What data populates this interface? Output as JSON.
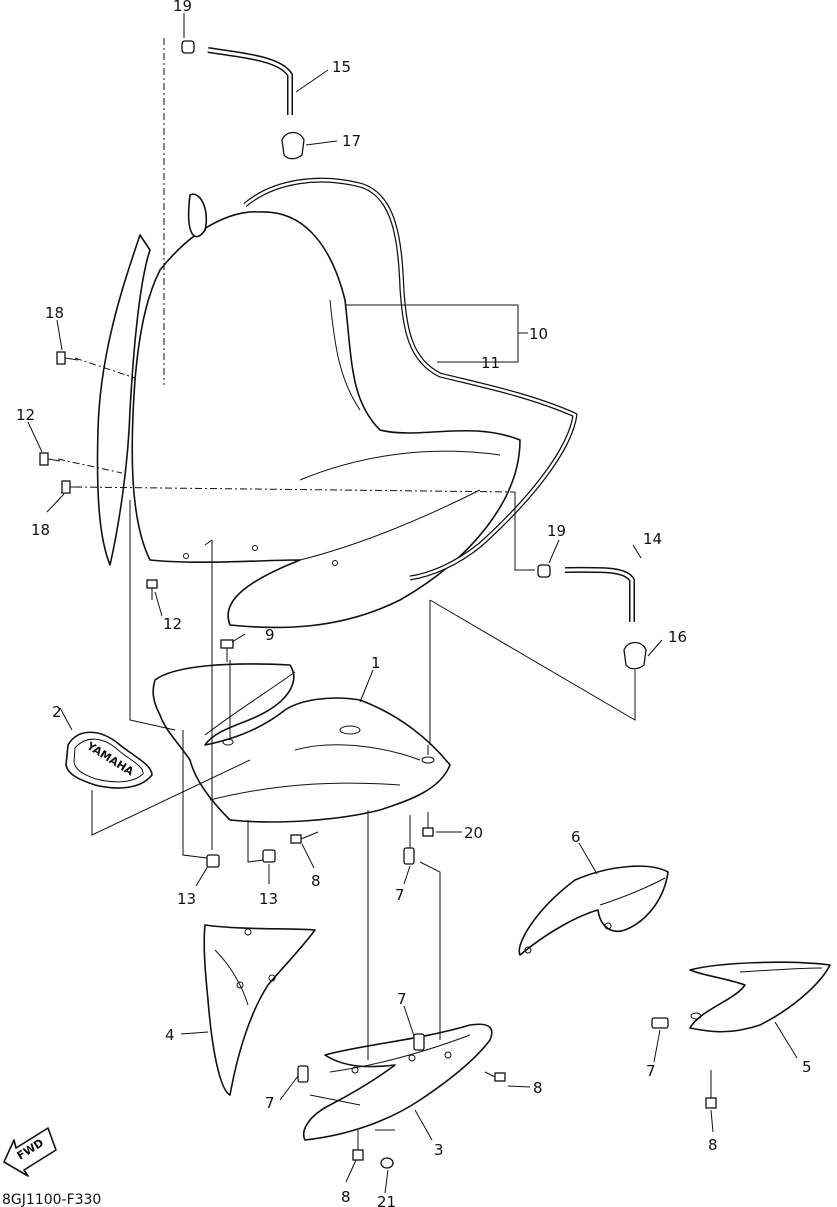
{
  "diagram_code": "8GJ1100-F330",
  "direction_label": "FWD",
  "logo_text": "YAMAHA",
  "callouts": [
    {
      "id": "c1",
      "text": "1"
    },
    {
      "id": "c2",
      "text": "2"
    },
    {
      "id": "c3",
      "text": "3"
    },
    {
      "id": "c4",
      "text": "4"
    },
    {
      "id": "c5",
      "text": "5"
    },
    {
      "id": "c6",
      "text": "6"
    },
    {
      "id": "c7a",
      "text": "7"
    },
    {
      "id": "c7b",
      "text": "7"
    },
    {
      "id": "c7c",
      "text": "7"
    },
    {
      "id": "c7d",
      "text": "7"
    },
    {
      "id": "c8a",
      "text": "8"
    },
    {
      "id": "c8b",
      "text": "8"
    },
    {
      "id": "c8c",
      "text": "8"
    },
    {
      "id": "c8d",
      "text": "8"
    },
    {
      "id": "c9",
      "text": "9"
    },
    {
      "id": "c10",
      "text": "10"
    },
    {
      "id": "c11",
      "text": "11"
    },
    {
      "id": "c12a",
      "text": "12"
    },
    {
      "id": "c12b",
      "text": "12"
    },
    {
      "id": "c13a",
      "text": "13"
    },
    {
      "id": "c13b",
      "text": "13"
    },
    {
      "id": "c14",
      "text": "14"
    },
    {
      "id": "c15",
      "text": "15"
    },
    {
      "id": "c16",
      "text": "16"
    },
    {
      "id": "c17",
      "text": "17"
    },
    {
      "id": "c18a",
      "text": "18"
    },
    {
      "id": "c18b",
      "text": "18"
    },
    {
      "id": "c19a",
      "text": "19"
    },
    {
      "id": "c19b",
      "text": "19"
    },
    {
      "id": "c20",
      "text": "20"
    },
    {
      "id": "c21",
      "text": "21"
    }
  ]
}
